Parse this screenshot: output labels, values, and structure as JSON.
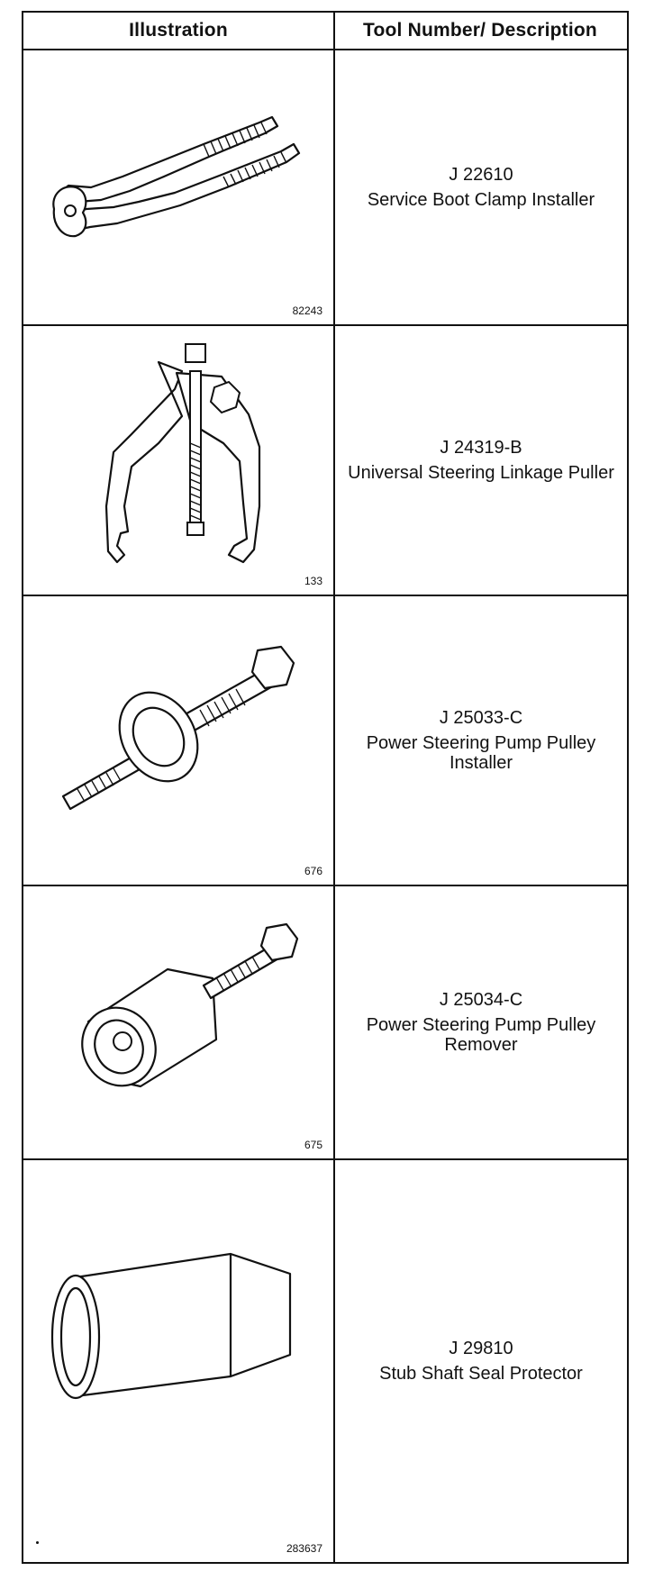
{
  "table": {
    "header": {
      "illustration": "Illustration",
      "tool_description": "Tool Number/ Description"
    },
    "rows": [
      {
        "figure_number": "82243",
        "tool_number": "J 22610",
        "description": "Service Boot Clamp Installer",
        "icon": "clamp-pliers-icon"
      },
      {
        "figure_number": "133",
        "tool_number": "J 24319-B",
        "description": "Universal Steering Linkage Puller",
        "icon": "linkage-puller-icon"
      },
      {
        "figure_number": "676",
        "tool_number": "J 25033-C",
        "description": "Power Steering Pump Pulley Installer",
        "icon": "pulley-installer-icon"
      },
      {
        "figure_number": "675",
        "tool_number": "J 25034-C",
        "description": "Power Steering Pump Pulley Remover",
        "icon": "pulley-remover-icon"
      },
      {
        "figure_number": "283637",
        "tool_number": "J 29810",
        "description": "Stub Shaft Seal Protector",
        "icon": "seal-protector-icon"
      }
    ]
  }
}
